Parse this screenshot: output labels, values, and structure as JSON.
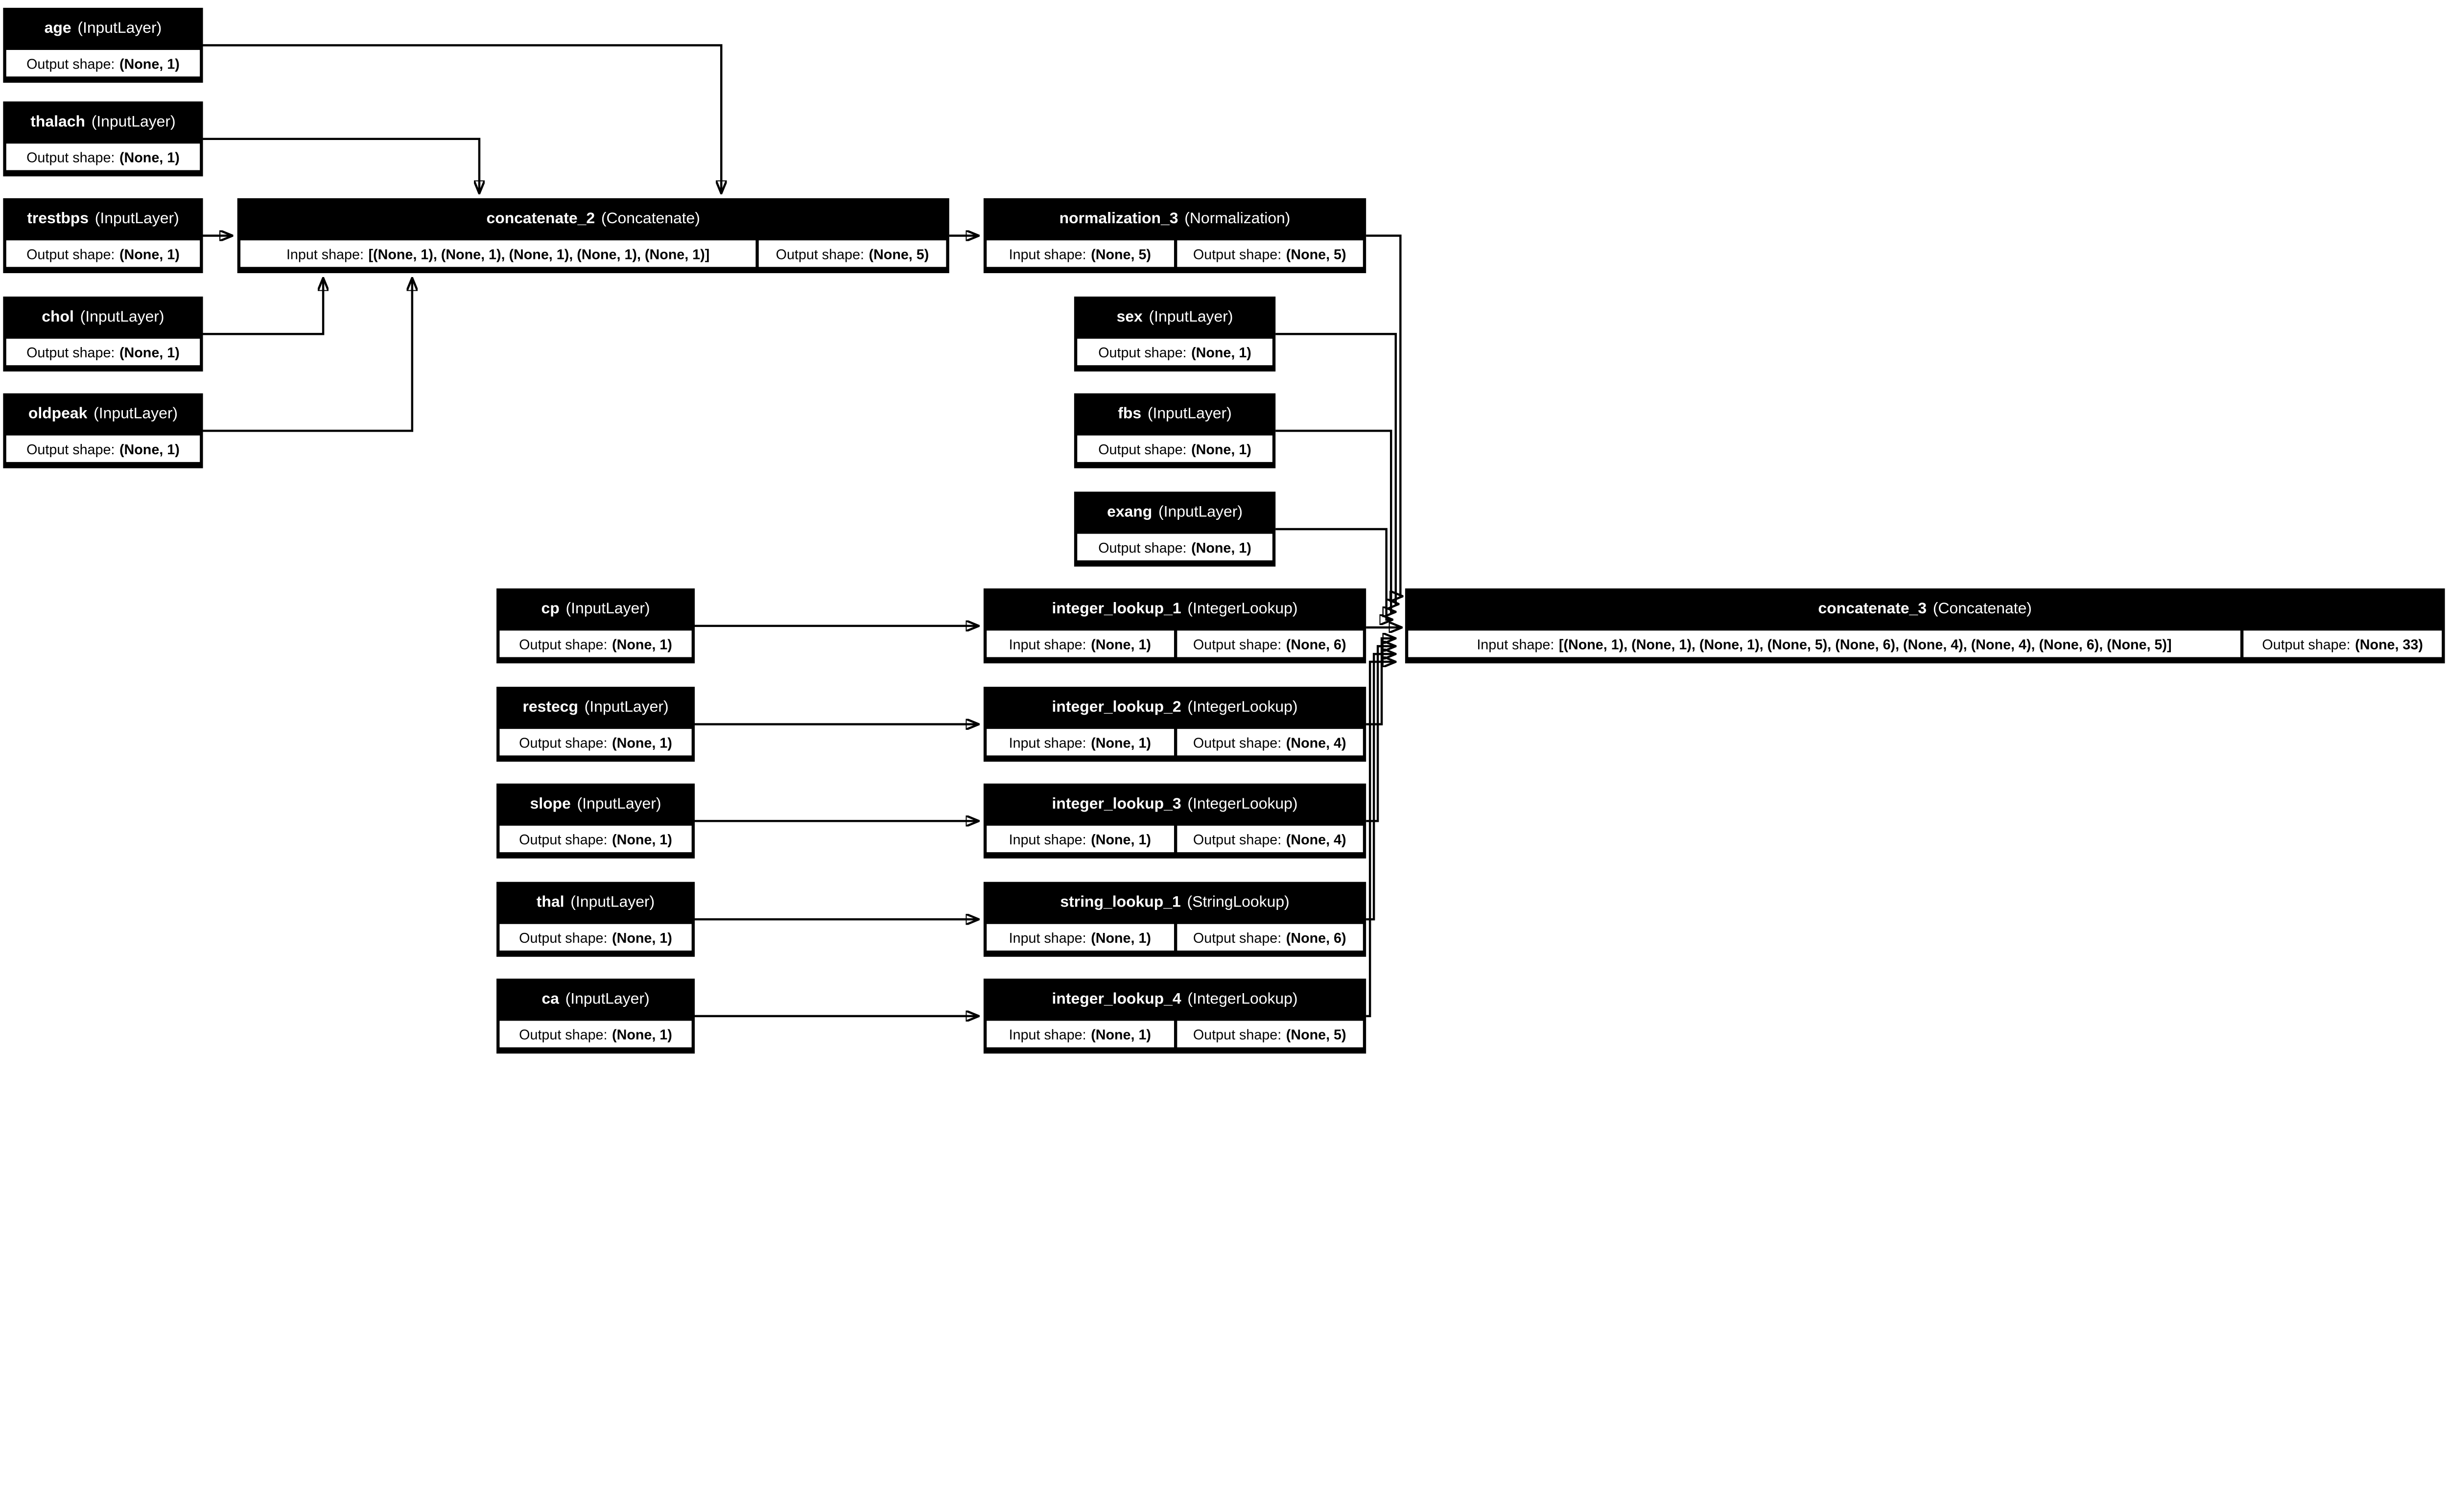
{
  "diagram_title": "keras-model-architecture-graph",
  "colors": {
    "node_header_bg": "#000000",
    "node_header_fg": "#ffffff",
    "node_body_bg": "#ffffff",
    "node_body_fg": "#000000",
    "edge": "#000000",
    "canvas": "#ffffff"
  },
  "labels": {
    "input_shape": "Input shape:",
    "output_shape": "Output shape:"
  },
  "nodes": [
    {
      "id": "age",
      "name": "age",
      "type_label": "(InputLayer)",
      "output_shape": "(None, 1)"
    },
    {
      "id": "thalach",
      "name": "thalach",
      "type_label": "(InputLayer)",
      "output_shape": "(None, 1)"
    },
    {
      "id": "trestbps",
      "name": "trestbps",
      "type_label": "(InputLayer)",
      "output_shape": "(None, 1)"
    },
    {
      "id": "chol",
      "name": "chol",
      "type_label": "(InputLayer)",
      "output_shape": "(None, 1)"
    },
    {
      "id": "oldpeak",
      "name": "oldpeak",
      "type_label": "(InputLayer)",
      "output_shape": "(None, 1)"
    },
    {
      "id": "concatenate_2",
      "name": "concatenate_2",
      "type_label": "(Concatenate)",
      "input_shape": "[(None, 1), (None, 1), (None, 1), (None, 1), (None, 1)]",
      "output_shape": "(None, 5)"
    },
    {
      "id": "normalization_3",
      "name": "normalization_3",
      "type_label": "(Normalization)",
      "input_shape": "(None, 5)",
      "output_shape": "(None, 5)"
    },
    {
      "id": "sex",
      "name": "sex",
      "type_label": "(InputLayer)",
      "output_shape": "(None, 1)"
    },
    {
      "id": "fbs",
      "name": "fbs",
      "type_label": "(InputLayer)",
      "output_shape": "(None, 1)"
    },
    {
      "id": "exang",
      "name": "exang",
      "type_label": "(InputLayer)",
      "output_shape": "(None, 1)"
    },
    {
      "id": "cp",
      "name": "cp",
      "type_label": "(InputLayer)",
      "output_shape": "(None, 1)"
    },
    {
      "id": "restecg",
      "name": "restecg",
      "type_label": "(InputLayer)",
      "output_shape": "(None, 1)"
    },
    {
      "id": "slope",
      "name": "slope",
      "type_label": "(InputLayer)",
      "output_shape": "(None, 1)"
    },
    {
      "id": "thal",
      "name": "thal",
      "type_label": "(InputLayer)",
      "output_shape": "(None, 1)"
    },
    {
      "id": "ca",
      "name": "ca",
      "type_label": "(InputLayer)",
      "output_shape": "(None, 1)"
    },
    {
      "id": "integer_lookup_1",
      "name": "integer_lookup_1",
      "type_label": "(IntegerLookup)",
      "input_shape": "(None, 1)",
      "output_shape": "(None, 6)"
    },
    {
      "id": "integer_lookup_2",
      "name": "integer_lookup_2",
      "type_label": "(IntegerLookup)",
      "input_shape": "(None, 1)",
      "output_shape": "(None, 4)"
    },
    {
      "id": "integer_lookup_3",
      "name": "integer_lookup_3",
      "type_label": "(IntegerLookup)",
      "input_shape": "(None, 1)",
      "output_shape": "(None, 4)"
    },
    {
      "id": "string_lookup_1",
      "name": "string_lookup_1",
      "type_label": "(StringLookup)",
      "input_shape": "(None, 1)",
      "output_shape": "(None, 6)"
    },
    {
      "id": "integer_lookup_4",
      "name": "integer_lookup_4",
      "type_label": "(IntegerLookup)",
      "input_shape": "(None, 1)",
      "output_shape": "(None, 5)"
    },
    {
      "id": "concatenate_3",
      "name": "concatenate_3",
      "type_label": "(Concatenate)",
      "input_shape": "[(None, 1), (None, 1), (None, 1), (None, 5), (None, 6), (None, 4), (None, 4), (None, 6), (None, 5)]",
      "output_shape": "(None, 33)"
    }
  ],
  "edges": [
    {
      "from": "age",
      "to": "concatenate_2"
    },
    {
      "from": "thalach",
      "to": "concatenate_2"
    },
    {
      "from": "trestbps",
      "to": "concatenate_2"
    },
    {
      "from": "chol",
      "to": "concatenate_2"
    },
    {
      "from": "oldpeak",
      "to": "concatenate_2"
    },
    {
      "from": "concatenate_2",
      "to": "normalization_3"
    },
    {
      "from": "normalization_3",
      "to": "concatenate_3"
    },
    {
      "from": "sex",
      "to": "concatenate_3"
    },
    {
      "from": "fbs",
      "to": "concatenate_3"
    },
    {
      "from": "exang",
      "to": "concatenate_3"
    },
    {
      "from": "cp",
      "to": "integer_lookup_1"
    },
    {
      "from": "restecg",
      "to": "integer_lookup_2"
    },
    {
      "from": "slope",
      "to": "integer_lookup_3"
    },
    {
      "from": "thal",
      "to": "string_lookup_1"
    },
    {
      "from": "ca",
      "to": "integer_lookup_4"
    },
    {
      "from": "integer_lookup_1",
      "to": "concatenate_3"
    },
    {
      "from": "integer_lookup_2",
      "to": "concatenate_3"
    },
    {
      "from": "integer_lookup_3",
      "to": "concatenate_3"
    },
    {
      "from": "string_lookup_1",
      "to": "concatenate_3"
    },
    {
      "from": "integer_lookup_4",
      "to": "concatenate_3"
    }
  ]
}
